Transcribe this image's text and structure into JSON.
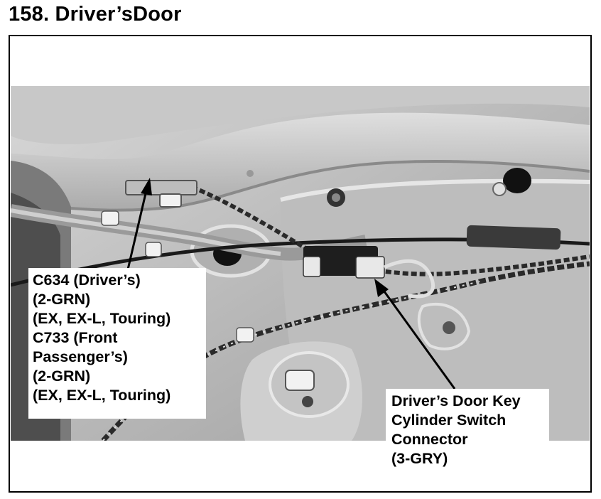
{
  "page": {
    "title": "158. Driver’sDoor"
  },
  "callouts": {
    "left": {
      "lines": [
        "C634 (Driver’s)",
        "(2-GRN)",
        "(EX, EX-L, Touring)",
        "C733 (Front",
        "Passenger’s)",
        "(2-GRN)",
        "(EX, EX-L, Touring)"
      ]
    },
    "right": {
      "lines": [
        "Driver’s Door Key",
        "Cylinder Switch",
        "Connector",
        "(3-GRY)"
      ]
    }
  },
  "colors": {
    "frame": "#000000",
    "background": "#ffffff"
  }
}
